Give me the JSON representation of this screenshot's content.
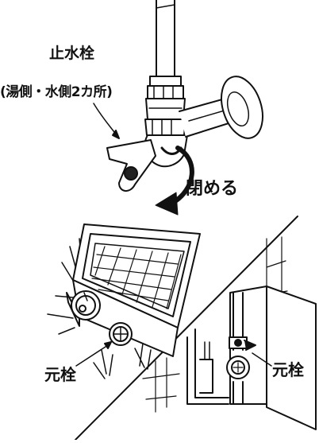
{
  "labels": {
    "stop_valve": "止水栓",
    "stop_valve_note": "(湯側・水側2カ所)",
    "close": "閉める",
    "main_valve_left": "元栓",
    "main_valve_right": "元栓"
  }
}
